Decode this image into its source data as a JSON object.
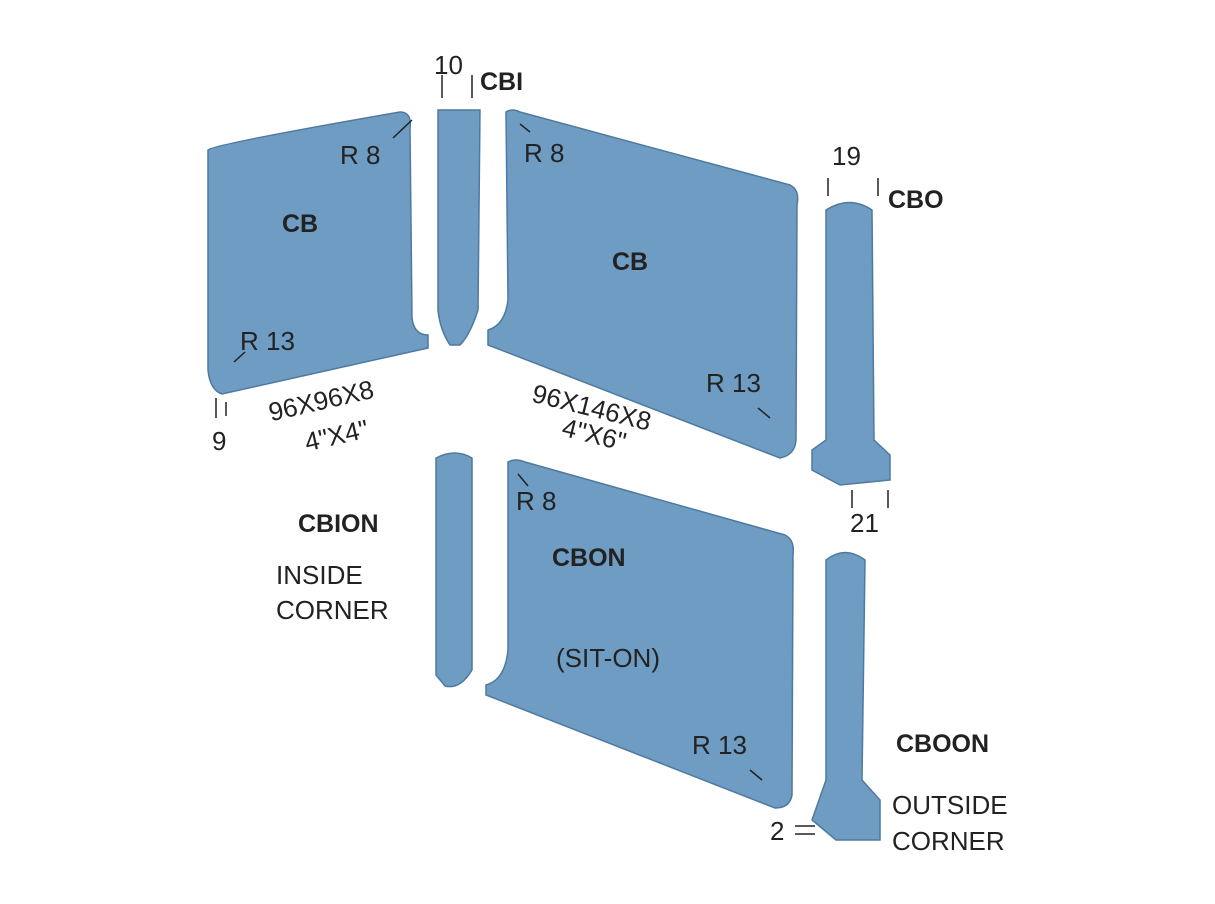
{
  "colors": {
    "tile": "#6f9cc3",
    "tile_dark": "#557f a6",
    "tile_light": "#8db3d4"
  },
  "labels": {
    "cb_small": "CB",
    "cb_large": "CB",
    "cbi": "CBI",
    "cbo": "CBO",
    "cbion": "CBION",
    "cbon": "CBON",
    "cboon": "CBOON",
    "r8_a": "R 8",
    "r8_b": "R 8",
    "r8_c": "R 8",
    "r13_a": "R 13",
    "r13_b": "R 13",
    "r13_c": "R 13",
    "dim_10": "10",
    "dim_19": "19",
    "dim_21": "21",
    "dim_9": "9",
    "dim_2": "2",
    "size_small": "96X96X8",
    "size_small_in": "4\"X4\"",
    "size_large": "96X146X8",
    "size_large_in": "4\"X6\"",
    "inside": "INSIDE",
    "inside_corner": "CORNER",
    "sit_on": "(SIT-ON)",
    "outside": "OUTSIDE",
    "outside_corner": "CORNER"
  }
}
